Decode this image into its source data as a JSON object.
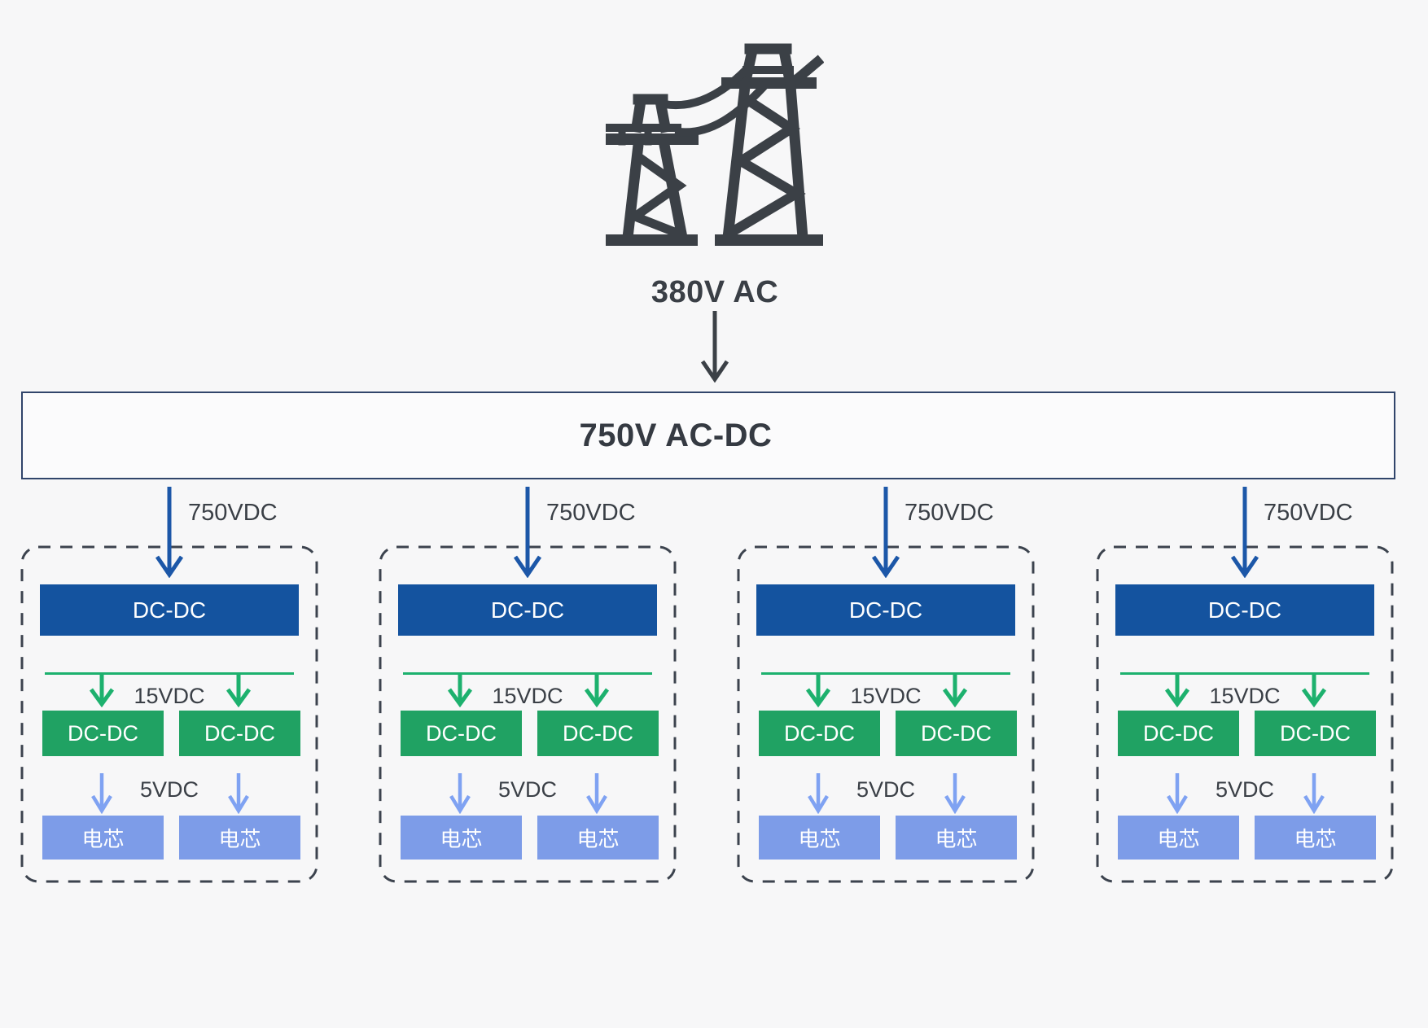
{
  "source": {
    "label": "380V AC",
    "icon": "transmission-tower-icon"
  },
  "acdc": {
    "label": "750V AC-DC"
  },
  "branches": [
    {
      "input_label": "750VDC",
      "primary_dcdc": "DC-DC",
      "mid_label": "15VDC",
      "sec_left": "DC-DC",
      "sec_right": "DC-DC",
      "out_label": "5VDC",
      "cell_left": "电芯",
      "cell_right": "电芯"
    },
    {
      "input_label": "750VDC",
      "primary_dcdc": "DC-DC",
      "mid_label": "15VDC",
      "sec_left": "DC-DC",
      "sec_right": "DC-DC",
      "out_label": "5VDC",
      "cell_left": "电芯",
      "cell_right": "电芯"
    },
    {
      "input_label": "750VDC",
      "primary_dcdc": "DC-DC",
      "mid_label": "15VDC",
      "sec_left": "DC-DC",
      "sec_right": "DC-DC",
      "out_label": "5VDC",
      "cell_left": "电芯",
      "cell_right": "电芯"
    },
    {
      "input_label": "750VDC",
      "primary_dcdc": "DC-DC",
      "mid_label": "15VDC",
      "sec_left": "DC-DC",
      "sec_right": "DC-DC",
      "out_label": "5VDC",
      "cell_left": "电芯",
      "cell_right": "电芯"
    }
  ],
  "colors": {
    "background": "#f7f7f8",
    "primary_blue_box": "#14539f",
    "green_box": "#20a263",
    "green_line": "#1db16e",
    "cell_blue_box": "#7d9ce8",
    "cell_arrow_blue": "#7fa2f2",
    "branch_arrow_blue": "#1c57a8",
    "dark_text": "#3a3f46",
    "dashed_border": "#3c434e",
    "acdc_border": "#31456b"
  }
}
